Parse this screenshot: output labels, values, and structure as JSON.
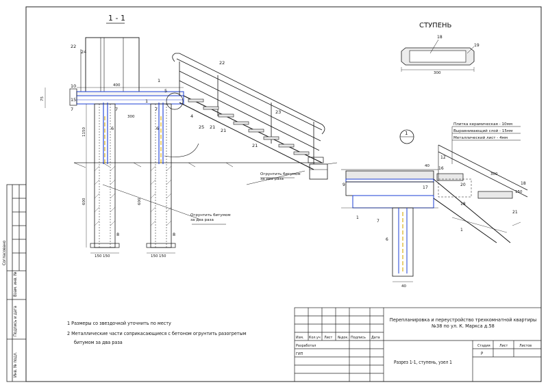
{
  "section_title": "1 - 1",
  "step_title": "СТУПЕНЬ",
  "node_marker": "1",
  "notes": [
    "1 Размеры со звездочкой уточнить по месту",
    "2 Металлические части соприкасающиеся с бетоном огрунтить разогретым",
    "битумом за два раза"
  ],
  "callout_primer": "Огрунтить битумом за два раза",
  "callout_primer_left": "Огрунтить битумом за два раза",
  "materials": [
    "Плитка керамическая - 10мм",
    "Выравнивающий слой - 15мм",
    "Металлический лист - 4мм"
  ],
  "title_block": {
    "project": "Перепланировка и переустройство трехкомнатной квартиры №38 по ул. К. Маркса д.58",
    "sheet_name": "Разрез 1-1, ступень, узел 1",
    "stage_hdr": "Стадия",
    "sheet_hdr": "Лист",
    "sheets_hdr": "Листов",
    "stage": "Р",
    "rev_headers": [
      "Изм.",
      "Кол.уч",
      "Лист",
      "№док.",
      "Подпись",
      "Дата"
    ],
    "developed": "Разработал",
    "gip": "ГИП"
  },
  "side_stamp": [
    "Согласовано",
    "Взам. инв. №",
    "Подпись и дата",
    "Инв. № подл."
  ],
  "labels": {
    "l22a": "22",
    "l24": "24",
    "l10": "10",
    "l15": "15",
    "l1a": "1",
    "l1b": "1",
    "l7a": "7",
    "l7b": "7",
    "l7c": "7",
    "l6a": "6",
    "l6b": "6",
    "l8a": "8",
    "l8b": "8",
    "l22b": "22",
    "l23": "23",
    "l25": "25",
    "l21a": "21",
    "l21b": "21",
    "l21c": "21",
    "l18a": "18",
    "l19": "19",
    "l12": "12",
    "l16": "16",
    "l17": "17",
    "l20": "20",
    "l18b": "18",
    "l21d": "21",
    "l9": "9",
    "l1c": "1",
    "l7d": "7",
    "l6c": "6",
    "l1d": "1",
    "l4": "4",
    "l5": "5"
  },
  "dims": {
    "d_top": "400",
    "d_left_h": "75",
    "d_mid": "300",
    "d_pile_a": "150",
    "d_pile_b": "150",
    "d_pile_c": "150",
    "d_pile_d": "150",
    "d_step_w": "300",
    "d_u_w": "40",
    "d_u_top": "300",
    "d_u_r": "150",
    "d_v1": "1150",
    "d_v2": "600",
    "d_v3": "600"
  }
}
